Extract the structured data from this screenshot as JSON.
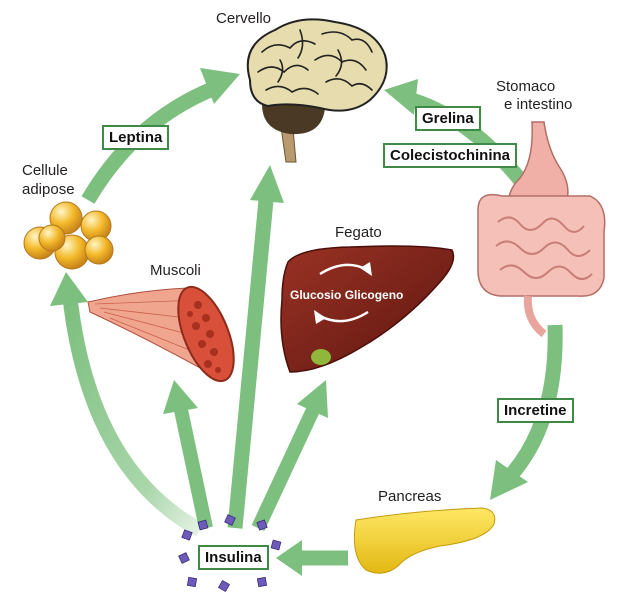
{
  "organs": {
    "brain": "Cervello",
    "stomach_line1": "Stomaco",
    "stomach_line2": "e intestino",
    "fat_line1": "Cellule",
    "fat_line2": "adipose",
    "muscle": "Muscoli",
    "liver": "Fegato",
    "pancreas": "Pancreas"
  },
  "hormones": {
    "leptin": "Leptina",
    "ghrelin": "Grelina",
    "cck": "Colecistochinina",
    "incretin": "Incretine",
    "insulin": "Insulina"
  },
  "liver_cycle": {
    "left": "Glucosio",
    "right": "Glicogeno"
  },
  "colors": {
    "arrow": "#7dbf7f",
    "box_border": "#3f8a46",
    "liver": "#7b2118",
    "pancreas": "#f5d22c",
    "fat": "#f3b92a",
    "muscle": "#e56a4e",
    "intestine": "#f2b3ad",
    "brain": "#e7dcae"
  }
}
